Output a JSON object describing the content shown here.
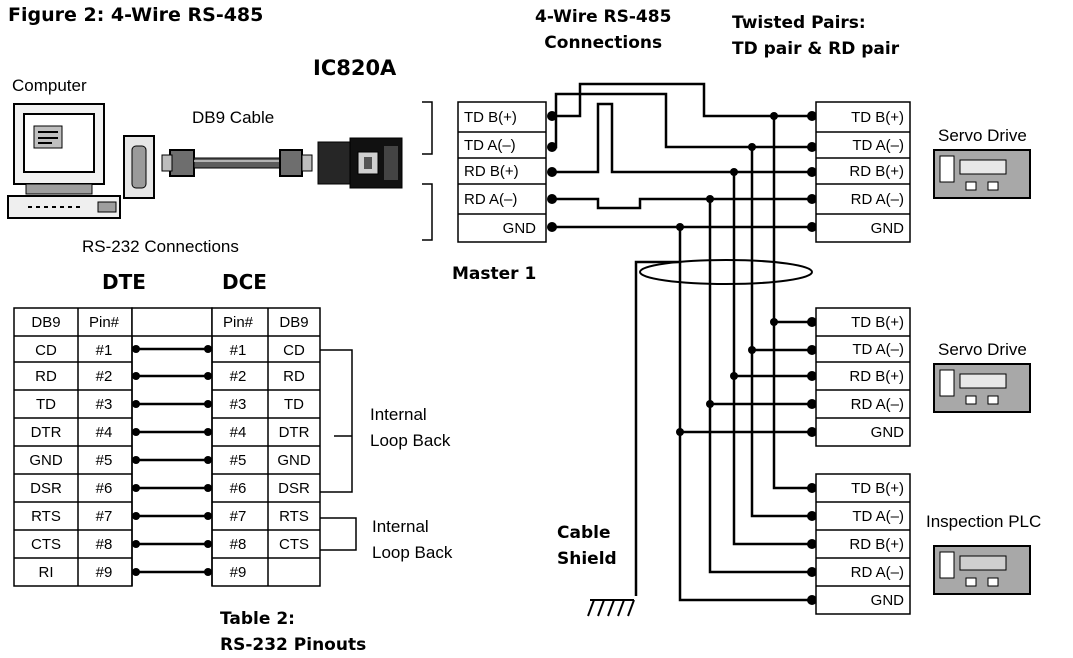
{
  "figure_title": "Figure 2:  4-Wire RS-485",
  "labels": {
    "computer": "Computer",
    "ic820a": "IC820A",
    "db9_cable": "DB9 Cable",
    "rs232_connections": "RS-232 Connections",
    "dte": "DTE",
    "dce": "DCE",
    "rs485_line1": "4-Wire RS-485",
    "rs485_line2": "Connections",
    "twisted_line1": "Twisted Pairs:",
    "twisted_line2": "TD pair & RD pair",
    "master": "Master 1",
    "table_line1": "Table 2:",
    "table_line2": "RS-232 Pinouts",
    "shield_line1": "Cable",
    "shield_line2": "Shield",
    "loop1_line1": "Internal",
    "loop1_line2": "Loop Back",
    "loop2_line1": "Internal",
    "loop2_line2": "Loop Back",
    "device1": "Servo Drive",
    "device2": "Servo Drive",
    "device3": "Inspection PLC"
  },
  "terminals": [
    "TD B(+)",
    "TD A(–)",
    "RD B(+)",
    "RD A(–)",
    "GND"
  ],
  "pinout_table": {
    "headers": [
      "DB9",
      "Pin#",
      "Pin#",
      "DB9"
    ],
    "rows": [
      [
        "CD",
        "#1",
        "#1",
        "CD"
      ],
      [
        "RD",
        "#2",
        "#2",
        "RD"
      ],
      [
        "TD",
        "#3",
        "#3",
        "TD"
      ],
      [
        "DTR",
        "#4",
        "#4",
        "DTR"
      ],
      [
        "GND",
        "#5",
        "#5",
        "GND"
      ],
      [
        "DSR",
        "#6",
        "#6",
        "DSR"
      ],
      [
        "RTS",
        "#7",
        "#7",
        "RTS"
      ],
      [
        "CTS",
        "#8",
        "#8",
        "CTS"
      ],
      [
        "RI",
        "#9",
        "#9",
        ""
      ]
    ]
  }
}
